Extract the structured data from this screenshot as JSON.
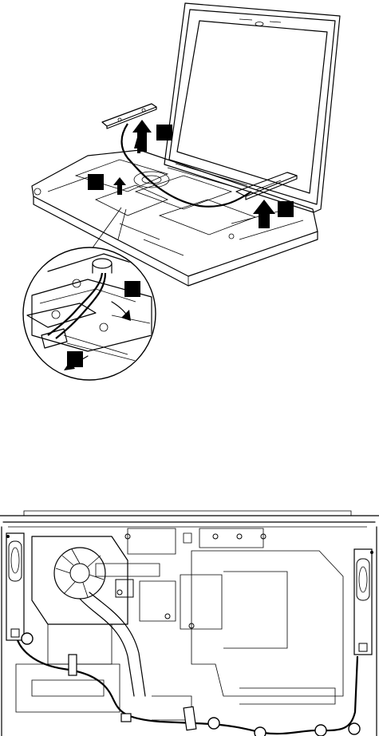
{
  "figure_top": {
    "step_badges": [
      "",
      "",
      "",
      ""
    ],
    "arrow_icon": "up-arrow",
    "curved_arrow_icon": "curved-arrow"
  },
  "figure_bottom": {
    "cable_clip_count": 5
  }
}
